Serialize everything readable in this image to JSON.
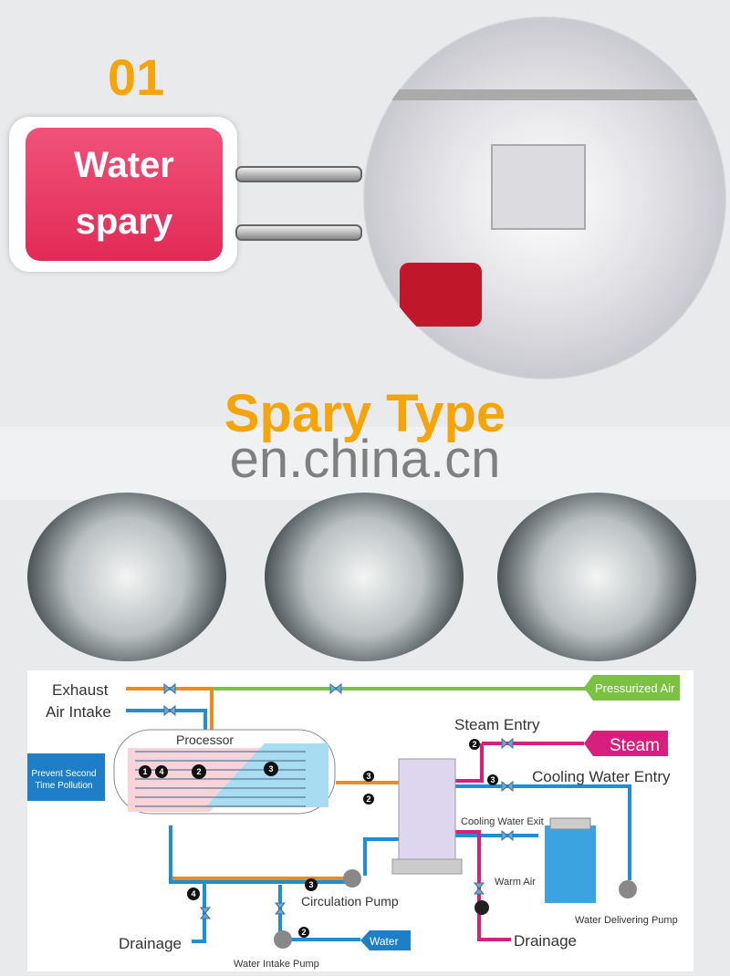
{
  "header": {
    "number": "01",
    "card_line1": "Water",
    "card_line2": "spary"
  },
  "section": {
    "title": "Spary Type",
    "watermark": "en.china.cn"
  },
  "diagram": {
    "exhaust": "Exhaust",
    "air_intake": "Air Intake",
    "pressurized_air": "Pressurized Air",
    "processor": "Processor",
    "prevent_line1": "Prevent Second",
    "prevent_line2": "Time Pollution",
    "steam_entry": "Steam Entry",
    "steam": "Steam",
    "cooling_water_entry": "Cooling Water Entry",
    "cooling_water_exit": "Cooling Water Exit",
    "warm_air": "Warm Air",
    "circulation_pump": "Circulation Pump",
    "drainage_left": "Drainage",
    "drainage_right": "Drainage",
    "water": "Water",
    "water_intake_pump": "Water Intake Pump",
    "water_delivering_pump": "Water Delivering Pump",
    "markers": [
      "1",
      "4",
      "2",
      "3",
      "3",
      "2",
      "2",
      "3",
      "3",
      "4",
      "2"
    ],
    "colors": {
      "orange": "#f08a1c",
      "blue": "#1e8fd6",
      "green": "#7cc242",
      "magenta": "#d81f7e"
    }
  }
}
